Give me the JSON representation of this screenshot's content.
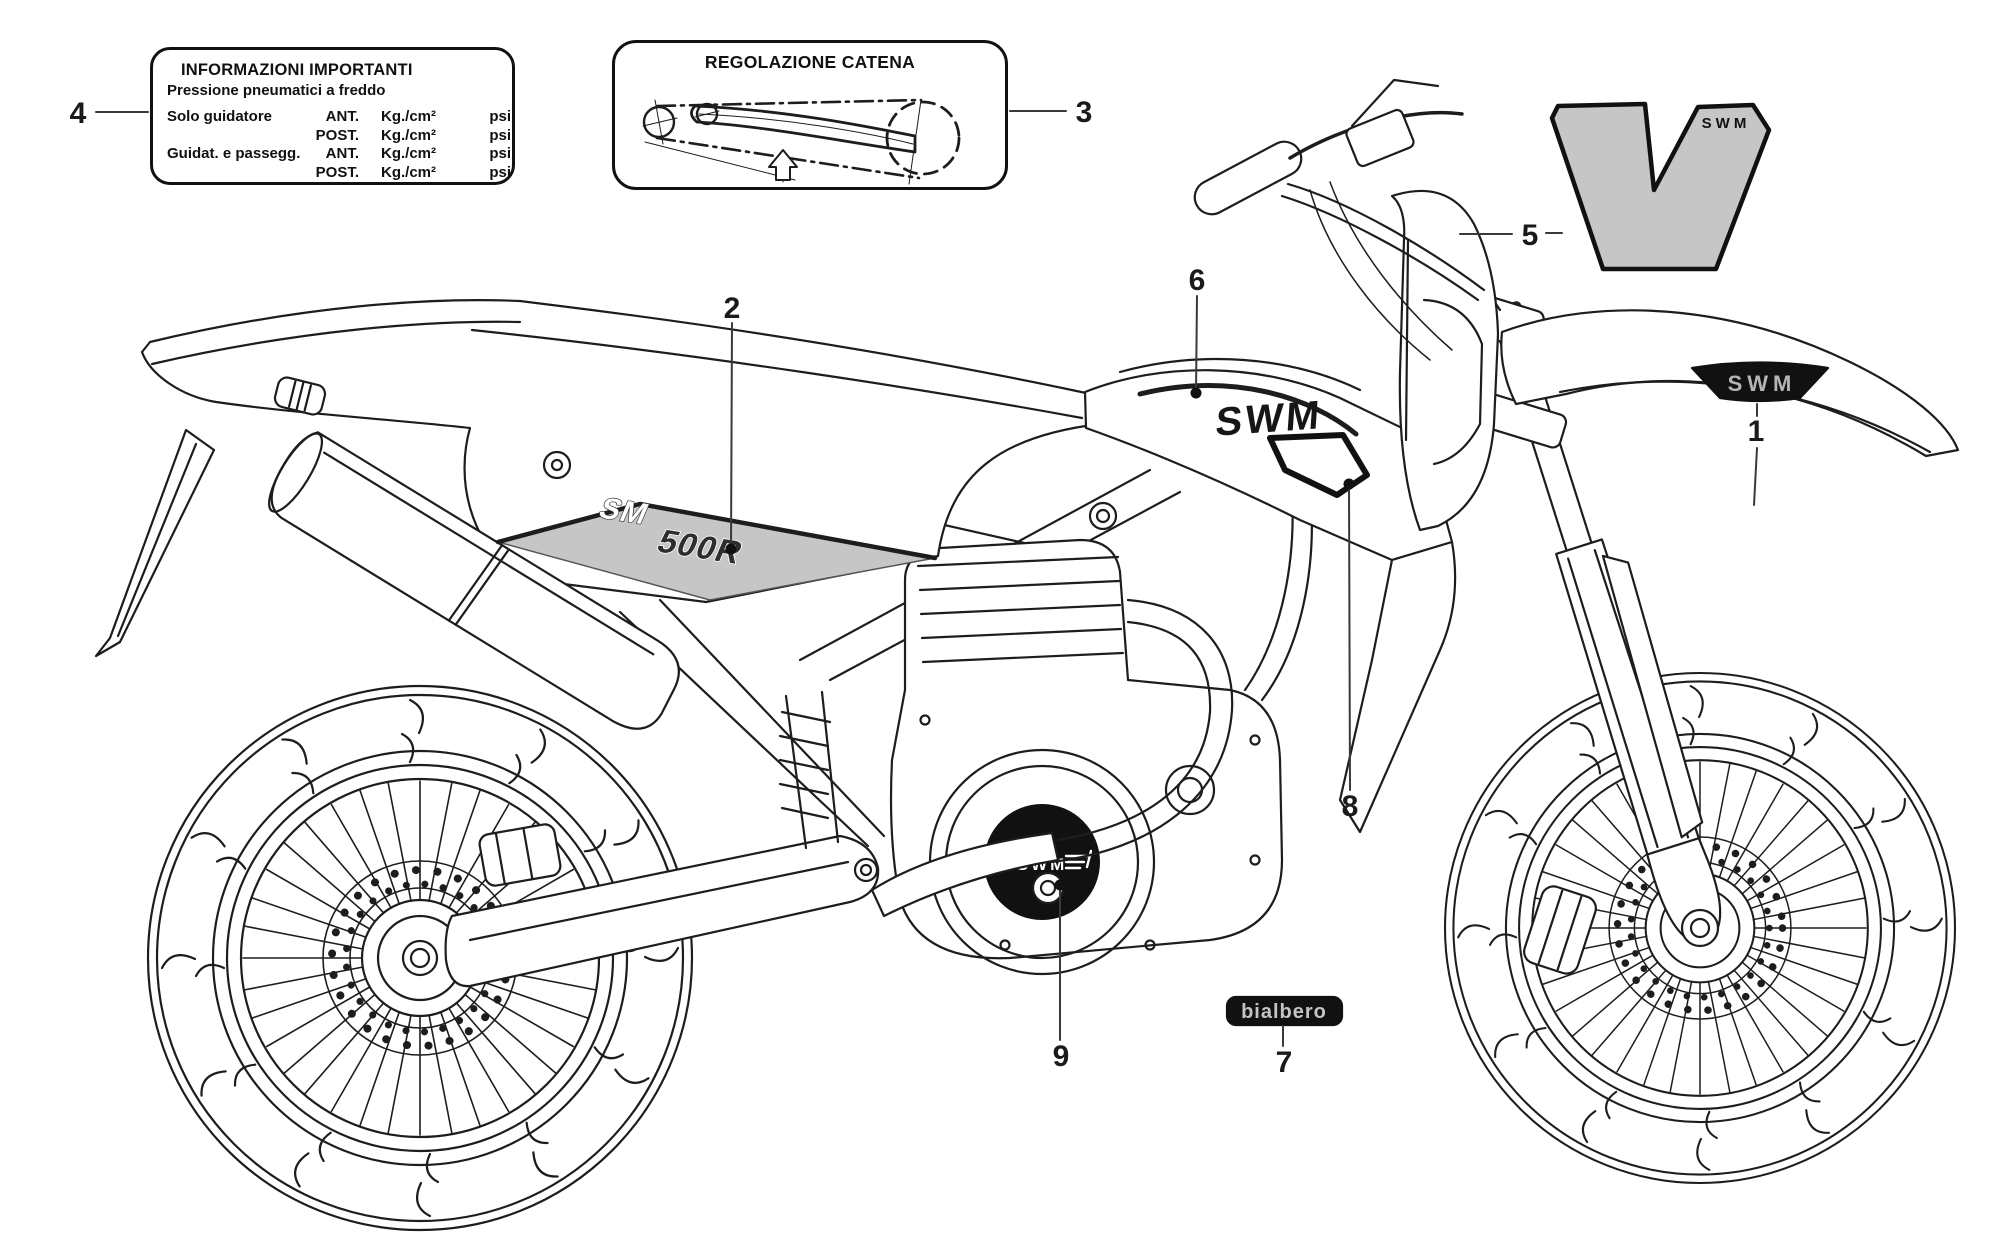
{
  "callouts": {
    "c1": "1",
    "c2": "2",
    "c3": "3",
    "c4": "4",
    "c5": "5",
    "c6": "6",
    "c7": "7",
    "c8": "8",
    "c9": "9"
  },
  "info_box": {
    "title": "INFORMAZIONI IMPORTANTI",
    "subtitle": "Pressione pneumatici a freddo",
    "rows": [
      {
        "label": "Solo guidatore",
        "pos": "ANT.",
        "unit": "Kg./cm²",
        "psi": "psi"
      },
      {
        "label": "",
        "pos": "POST.",
        "unit": "Kg./cm²",
        "psi": "psi"
      },
      {
        "label": "Guidat. e passegg.",
        "pos": "ANT.",
        "unit": "Kg./cm²",
        "psi": "psi"
      },
      {
        "label": "",
        "pos": "POST.",
        "unit": "Kg./cm²",
        "psi": "psi"
      }
    ]
  },
  "chain_box": {
    "title": "REGOLAZIONE CATENA"
  },
  "decals": {
    "fender_badge": "SWM",
    "front_fender_v": "SWM",
    "tank": "SWM",
    "engine": "SWM",
    "bialbero": "bialbero",
    "side_sm": "SM",
    "side_model": "500R"
  },
  "colors": {
    "line": "#1d1d1d",
    "decal_gray": "#c6c6c6",
    "badge_black": "#111111",
    "badge_text": "#b5b5b5"
  }
}
